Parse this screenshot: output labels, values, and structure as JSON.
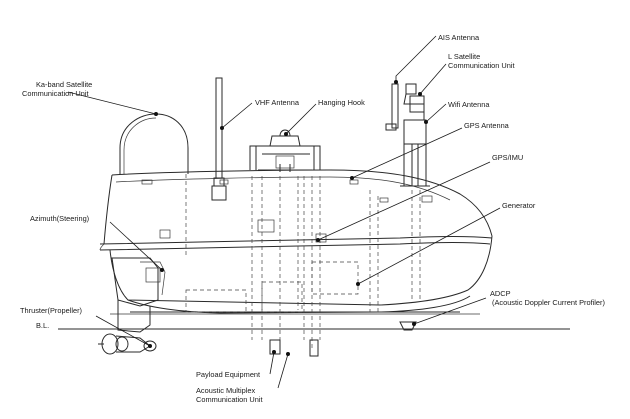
{
  "labels": {
    "ais_antenna": "AIS Antenna",
    "l_satellite_line1": "L Satellite",
    "l_satellite_line2": "Communication Unit",
    "ka_band_line1": "Ka-band Satellite",
    "ka_band_line2": "Communication Unit",
    "vhf_antenna": "VHF  Antenna",
    "hanging_hook": "Hanging Hook",
    "wifi_antenna": "Wifi Antenna",
    "gps_antenna": "GPS Antenna",
    "gps_imu": "GPS/IMU",
    "generator": "Generator",
    "azimuth": "Azimuth(Steering)",
    "adcp_line1": "ADCP",
    "adcp_line2": "(Acoustic Doppler Current Profiler)",
    "thruster": "Thruster(Propeller)",
    "baseline": "B.L.",
    "payload": "Payload Equipment",
    "acoustic_line1": "Acoustic Multiplex",
    "acoustic_line2": "Communication Unit"
  }
}
